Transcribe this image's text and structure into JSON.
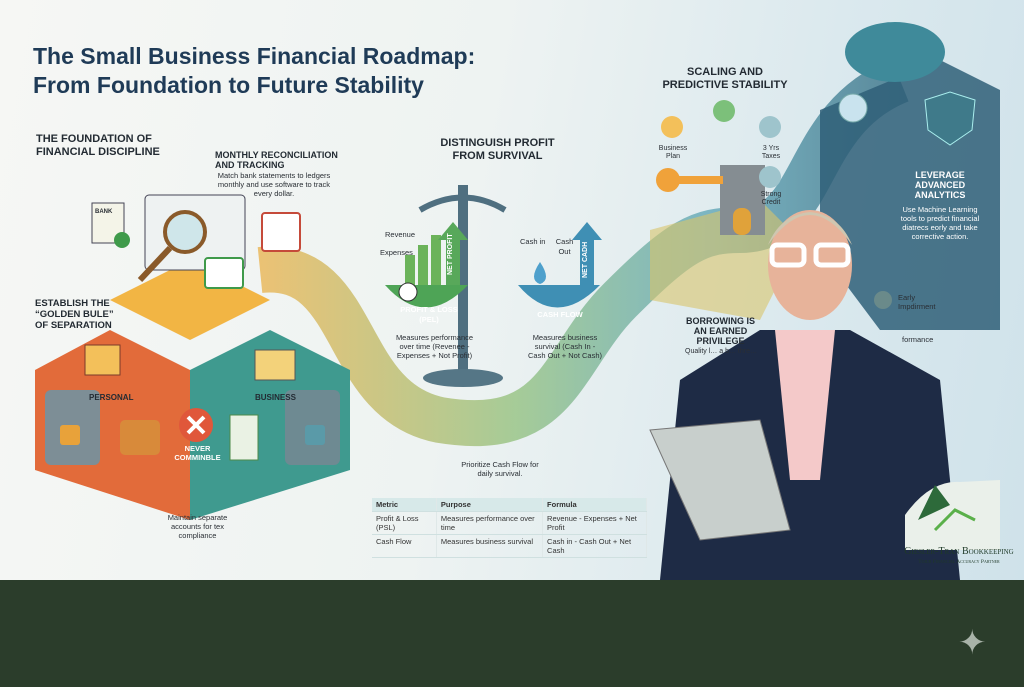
{
  "title": {
    "line1": "The Small Business Financial Roadmap:",
    "line2": "From Foundation to Future Stability"
  },
  "foundation": {
    "heading_1": "THE FOUNDATION OF",
    "heading_2": "FINANCIAL DISCIPLINE",
    "reconcile_title_1": "MONTHLY RECONCILIATION",
    "reconcile_title_2": "AND TRACKING",
    "reconcile_desc": "Match bank statements to ledgers monthly and use software to track every dollar.",
    "bank_label": "BANK",
    "separation_1": "ESTABLISH THE",
    "separation_2": "“GOLDEN BULE”",
    "separation_3": "OF SEPARATION",
    "personal": "PERSONAL",
    "business": "BUSINESS",
    "never_1": "NEVER",
    "never_2": "COMMINBLE",
    "maintain": "Maintain separate accounts for tex compliance"
  },
  "profit": {
    "heading_1": "DISTINGUISH PROFIT",
    "heading_2": "FROM SURVIVAL",
    "revenue": "Revenue",
    "expenses": "Expenses",
    "net_profit": "NET PROFIT",
    "cash_in": "Cash in",
    "cash_out": "Cash Out",
    "net_cash": "NET CADH",
    "pl_label": "PROFIT & LOSS (PEL)",
    "cf_label": "CASH FLOW",
    "pl_desc": "Measures performance over time (Revenee - Expenses + Not Profit)",
    "cf_desc": "Measures business survival (Cash In - Cash Out + Not Cash)",
    "prioritize": "Prioritize Cash Flow for daily survival.",
    "table": {
      "headers": [
        "Metric",
        "Purpose",
        "Formula"
      ],
      "rows": [
        [
          "Profit & Loss (PSL)",
          "Measures performance over time",
          "Revenue - Expenses + Net Profit"
        ],
        [
          "Cash Flow",
          "Measures business survival",
          "Cash in - Cash Out + Net Cash"
        ]
      ]
    }
  },
  "scaling": {
    "heading_1": "SCALING AND",
    "heading_2": "PREDICTIVE STABILITY",
    "business_plan": "Business Plan",
    "taxes": "3 Yrs Taxes",
    "credit": "Strong Credit",
    "borrowing_1": "BORROWING IS",
    "borrowing_2": "AN EARNED",
    "borrowing_3": "PRIVILEGE",
    "borrowing_partial": "Quality l… a b… thre…",
    "analytics_1": "LEVERAGE",
    "analytics_2": "ADVANCED",
    "analytics_3": "ANALYTICS",
    "analytics_desc": "Use Machine Learning tools to predict financial diatrecs eorly and take corrective action.",
    "early": "Early Impdirment",
    "formance": "formance"
  },
  "brand": {
    "name": "Giesler-Tran Bookkeeping",
    "tagline": "Toiur Financial Accuracy Partner"
  },
  "colors": {
    "title": "#1f3b57",
    "band": "#2b3d2b",
    "orange": "#e8743b",
    "teal": "#3f8c8c",
    "green": "#4c9a4a",
    "navy": "#1e2b45"
  }
}
